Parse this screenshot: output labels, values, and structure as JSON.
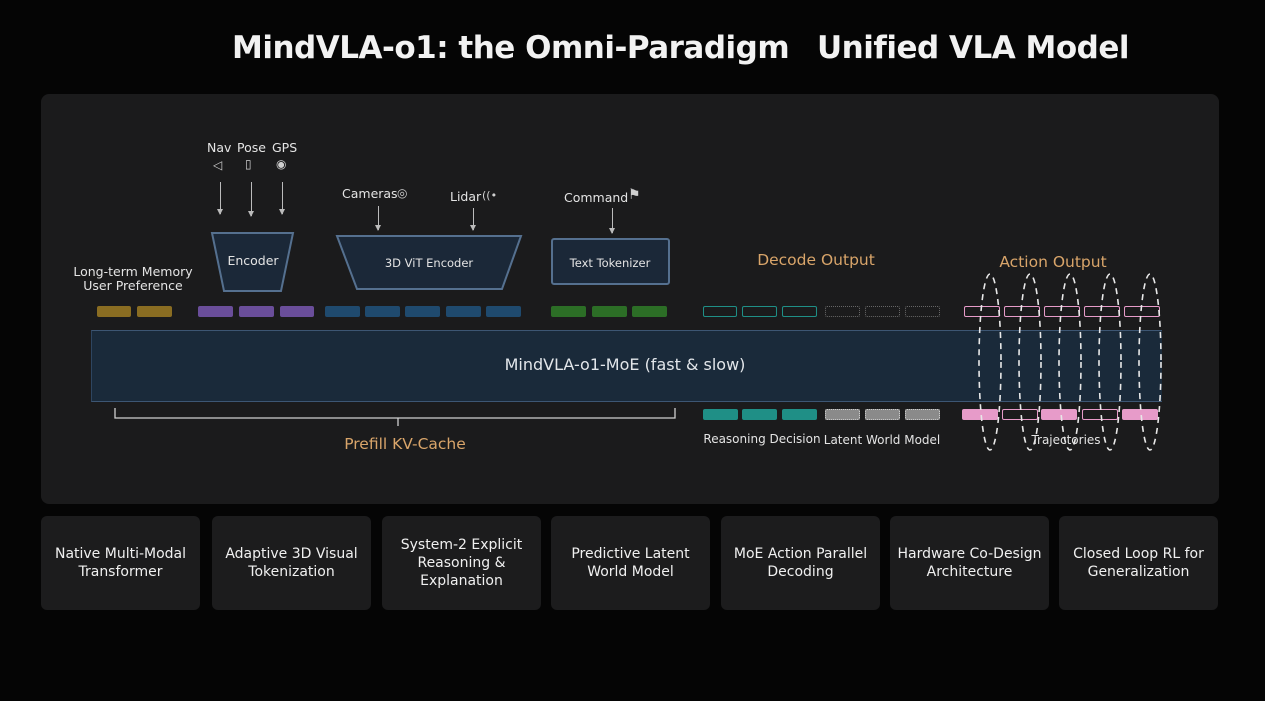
{
  "title": {
    "left": "MindVLA-o1: the Omni-Paradigm",
    "right": "Unified VLA Model"
  },
  "diagram": {
    "inputs": {
      "nav": {
        "label": "Nav",
        "icon": "navigation-arrow-icon",
        "glyph": "◁"
      },
      "pose": {
        "label": "Pose",
        "icon": "pose-sensor-icon",
        "glyph": "▯"
      },
      "gps": {
        "label": "GPS",
        "icon": "eye-icon",
        "glyph": "◉"
      },
      "cameras": {
        "label": "Cameras",
        "icon": "camera-icon",
        "glyph": "◎"
      },
      "lidar": {
        "label": "Lidar",
        "icon": "lidar-signal-icon",
        "glyph": "((•"
      },
      "command": {
        "label": "Command",
        "icon": "command-flag-icon",
        "glyph": "⚑"
      }
    },
    "encoders": {
      "encoder": "Encoder",
      "vit_encoder": "3D ViT Encoder",
      "text_tokenizer": "Text Tokenizer"
    },
    "memory_label_1": "Long-term Memory",
    "memory_label_2": "User Preference",
    "decode_output": "Decode Output",
    "action_output": "Action Output",
    "moe_label": "MindVLA-o1-MoE (fast & slow)",
    "prefill_label": "Prefill KV-Cache",
    "reasoning_label": "Reasoning Decision",
    "latent_label": "Latent World Model",
    "trajectories_label": "Trajectories",
    "token_colors": {
      "memory": "#8a6d22",
      "pose_enc": "#6a4e9a",
      "vit": "#1f4a6e",
      "text": "#2c6e26",
      "reasoning": "#1f8f86",
      "latent": "#8a8a8a",
      "action": "#e79bc9"
    }
  },
  "features": [
    "Native Multi-Modal Transformer",
    "Adaptive 3D Visual Tokenization",
    "System-2 Explicit Reasoning & Explanation",
    "Predictive Latent World Model",
    "MoE Action Parallel Decoding",
    "Hardware Co-Design Architecture",
    "Closed Loop RL for Generalization"
  ]
}
